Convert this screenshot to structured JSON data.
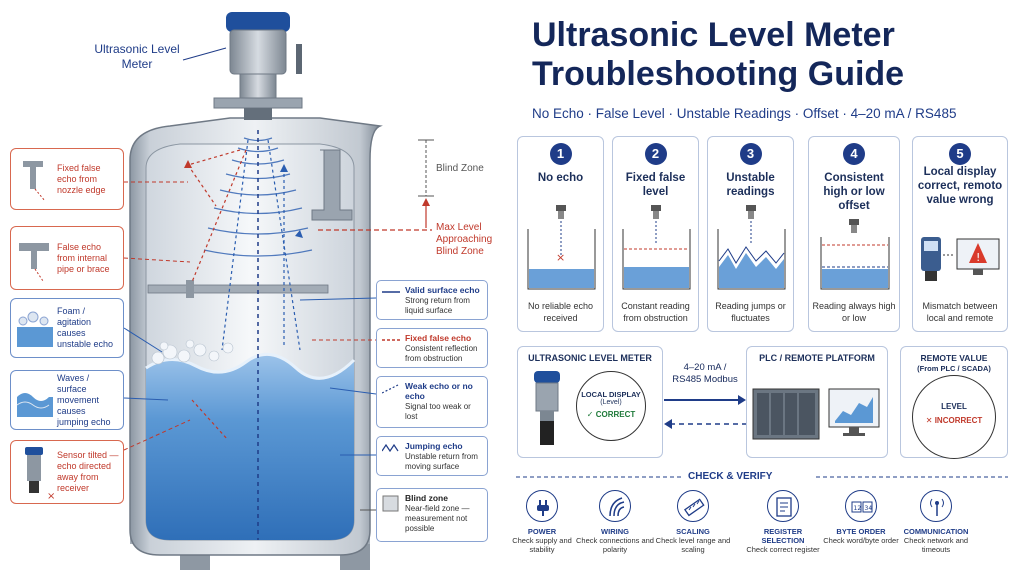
{
  "title": "Ultrasonic Level Meter Troubleshooting Guide",
  "subtitle": "No Echo · False Level · Unstable Readings · Offset · 4–20 mA / RS485",
  "tank": {
    "sensor_label": "Ultrasonic Level Meter",
    "blind_zone": "Blind Zone",
    "max_level": "Max Level Approaching Blind Zone",
    "left_callouts": [
      {
        "text": "Fixed false echo from nozzle edge",
        "icon": "nozzle-icon"
      },
      {
        "text": "False echo from internal pipe or brace",
        "icon": "pipe-icon"
      },
      {
        "text": "Foam / agitation causes unstable echo",
        "icon": "foam-icon"
      },
      {
        "text": "Waves / surface movement causes jumping echo",
        "icon": "waves-icon"
      },
      {
        "text": "Sensor tilted — echo directed away from receiver",
        "icon": "tilted-sensor-icon"
      }
    ],
    "right_callouts": [
      {
        "title": "Valid surface echo",
        "desc": "Strong return from liquid surface"
      },
      {
        "title": "Fixed false echo",
        "desc": "Consistent reflection from obstruction"
      },
      {
        "title": "Weak echo or no echo",
        "desc": "Signal too weak or lost"
      },
      {
        "title": "Jumping echo",
        "desc": "Unstable return from moving surface"
      },
      {
        "title": "Blind zone",
        "desc": "Near-field zone — measurement not possible"
      }
    ]
  },
  "cards": [
    {
      "num": "1",
      "title": "No echo",
      "desc": "No reliable echo received"
    },
    {
      "num": "2",
      "title": "Fixed false level",
      "desc": "Constant reading from obstruction"
    },
    {
      "num": "3",
      "title": "Unstable readings",
      "desc": "Reading jumps or fluctuates"
    },
    {
      "num": "4",
      "title": "Consistent high or low offset",
      "desc": "Reading always high or low"
    },
    {
      "num": "5",
      "title": "Local display correct, remoto value wrong",
      "desc": "Mismatch between local and remote"
    }
  ],
  "signal_flow": {
    "meter_title": "ULTRASONIC LEVEL METER",
    "local_display": "LOCAL DISPLAY",
    "local_level": "(Level)",
    "correct": "CORRECT",
    "link": "4–20 mA / RS485 Modbus",
    "plc_title": "PLC / REMOTE PLATFORM",
    "remote_title": "REMOTE VALUE",
    "remote_sub": "(From PLC / SCADA)",
    "level": "LEVEL",
    "incorrect": "INCORRECT"
  },
  "check": {
    "title": "CHECK & VERIFY",
    "items": [
      {
        "title": "POWER",
        "desc": "Check supply and stability",
        "icon": "plug-icon"
      },
      {
        "title": "WIRING",
        "desc": "Check connections and polarity",
        "icon": "wiring-icon"
      },
      {
        "title": "SCALING",
        "desc": "Check level range and scaling",
        "icon": "ruler-icon"
      },
      {
        "title": "REGISTER SELECTION",
        "desc": "Check correct register",
        "icon": "register-icon"
      },
      {
        "title": "BYTE ORDER",
        "desc": "Check word/byte order",
        "icon": "byte-order-icon"
      },
      {
        "title": "COMMUNICATION",
        "desc": "Check network and timeouts",
        "icon": "antenna-icon"
      }
    ]
  },
  "colors": {
    "navy": "#14275a",
    "blue": "#1f3c88",
    "red": "#c0392b",
    "water": "#3f7fc4"
  }
}
